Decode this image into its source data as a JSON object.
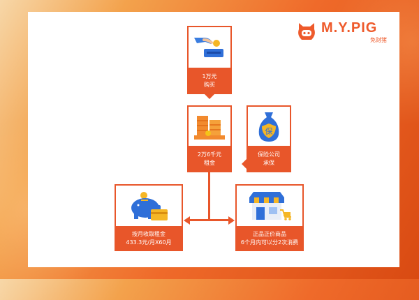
{
  "logo": {
    "name": "M.Y.PIG",
    "sub": "免财猪",
    "icon": "pig-icon"
  },
  "colors": {
    "accent": "#e8562a",
    "line": "#e8562a"
  },
  "nodes": {
    "buy": {
      "line1": "1万元",
      "line2": "购买",
      "icon": "hand-coin-icon"
    },
    "rent": {
      "line1": "2万6千元",
      "line2": "租金",
      "icon": "coin-stack-icon"
    },
    "insure": {
      "line1": "保险公司",
      "line2": "承保",
      "icon": "money-bag-shield-icon",
      "icon_text": "保"
    },
    "collect": {
      "line1": "按月收取租金",
      "line2": "433.3元/月X60月",
      "icon": "piggy-bank-icon"
    },
    "shop": {
      "line1": "正品正价商品",
      "line2": "6个月内可以分2次消费",
      "icon": "store-icon"
    }
  }
}
